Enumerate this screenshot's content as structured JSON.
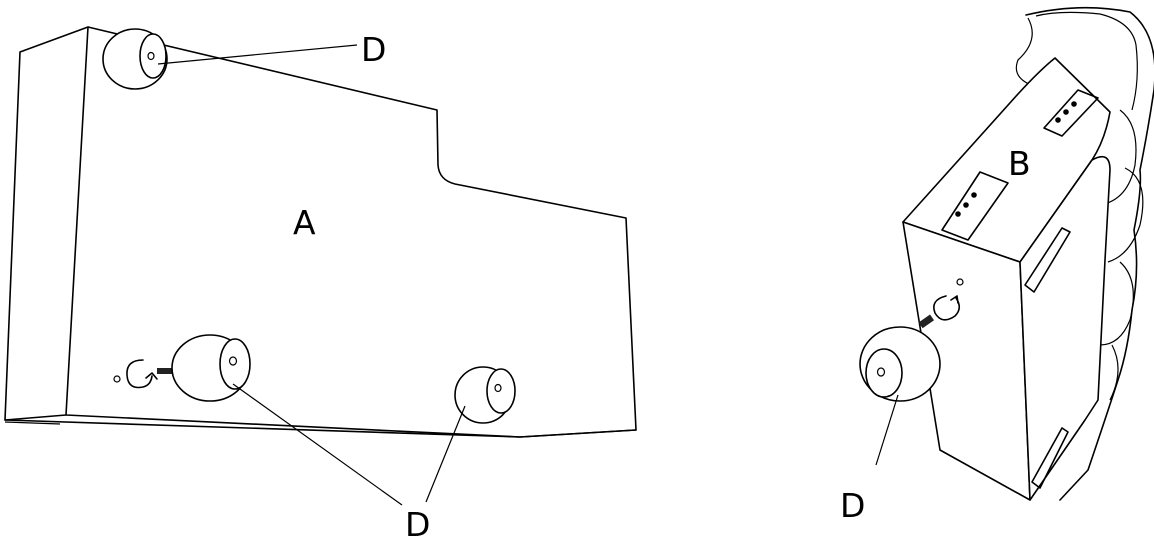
{
  "labels": {
    "panel_a": "A",
    "panel_b": "B",
    "callout_top": "D",
    "callout_bottom": "D",
    "callout_right": "D"
  }
}
